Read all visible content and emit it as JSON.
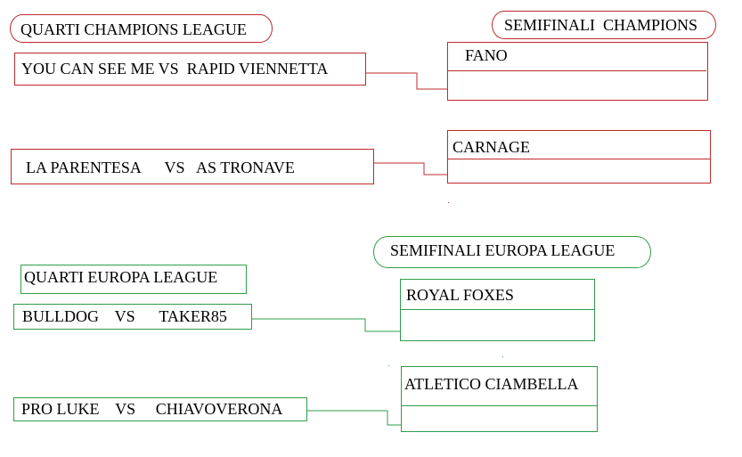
{
  "champions": {
    "quarti_title": "QUARTI CHAMPIONS LEAGUE",
    "semi_title": "SEMIFINALI  CHAMPIONS",
    "matches": [
      {
        "label": "YOU CAN SEE ME VS  RAPID VIENNETTA"
      },
      {
        "label": "LA PARENTESA      VS   AS TRONAVE"
      }
    ],
    "semifinal_slots": [
      {
        "team": "FANO"
      },
      {
        "team": "CARNAGE"
      }
    ]
  },
  "europa": {
    "quarti_title": "QUARTI EUROPA LEAGUE",
    "semi_title": "SEMIFINALI EUROPA LEAGUE",
    "matches": [
      {
        "label": "BULLDOG    VS      TAKER85"
      },
      {
        "label": "PRO LUKE    VS     CHIAVOVERONA"
      }
    ],
    "semifinal_slots": [
      {
        "team": "ROYAL FOXES"
      },
      {
        "team": "ATLETICO CIAMBELLA"
      }
    ]
  },
  "colors": {
    "champions": "#c0282d",
    "europa": "#2e9e4a"
  }
}
